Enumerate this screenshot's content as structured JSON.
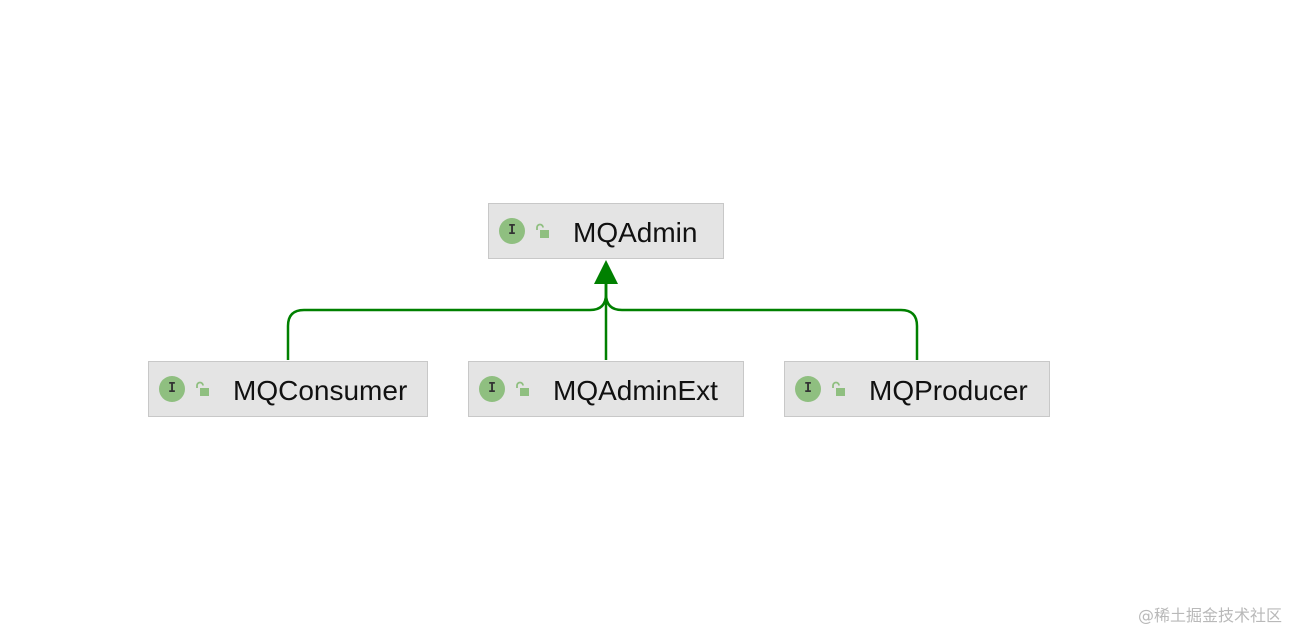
{
  "diagram": {
    "root": {
      "label": "MQAdmin",
      "icon": "interface-icon",
      "badge": "I",
      "visibility_icon": "unlocked-icon"
    },
    "children": [
      {
        "label": "MQConsumer",
        "icon": "interface-icon",
        "badge": "I",
        "visibility_icon": "unlocked-icon"
      },
      {
        "label": "MQAdminExt",
        "icon": "interface-icon",
        "badge": "I",
        "visibility_icon": "unlocked-icon"
      },
      {
        "label": "MQProducer",
        "icon": "interface-icon",
        "badge": "I",
        "visibility_icon": "unlocked-icon"
      }
    ],
    "edge_color": "#008000",
    "node_fill": "#e4e4e4",
    "icon_color": "#8fbf80"
  },
  "watermark": "@稀土掘金技术社区"
}
